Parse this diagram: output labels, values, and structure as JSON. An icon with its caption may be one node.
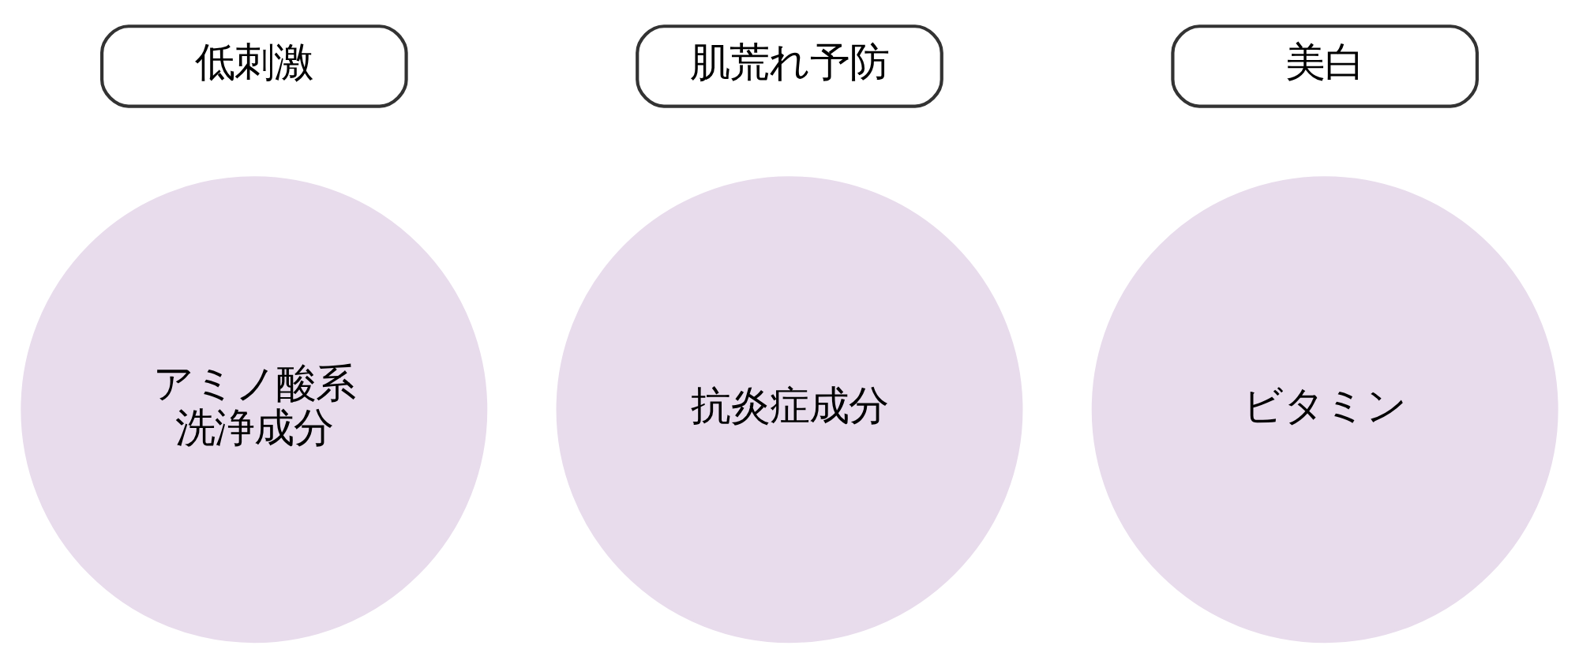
{
  "diagram": {
    "nodes": [
      {
        "text": [
          "低刺激"
        ]
      },
      {
        "text": [
          "肌荒れ予防"
        ]
      },
      {
        "text": [
          "美白"
        ]
      },
      {
        "text": [
          "アミノ酸系洗浄成分"
        ]
      },
      {
        "text": [
          "抗炎症成分"
        ]
      },
      {
        "text": [
          "ビタミン"
        ]
      }
    ]
  }
}
